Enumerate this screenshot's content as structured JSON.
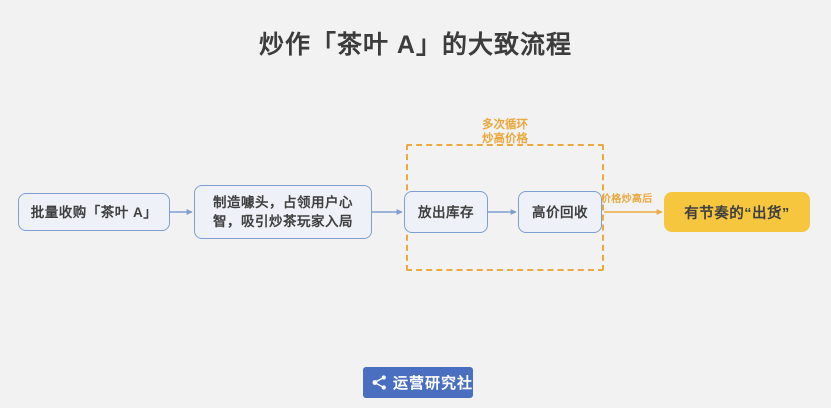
{
  "page": {
    "title": "炒作「茶叶 A」的大致流程",
    "background_color": "#f2f2f2"
  },
  "colors": {
    "node_fill": "#eef1f7",
    "node_border": "#7f9fd1",
    "node_text": "#3f3f3f",
    "accent_orange": "#eba93f",
    "cta_fill": "#f6c63f",
    "logo_blue": "#4a6fc0",
    "connector_blue": "#7f9fd1",
    "title_text": "#3c3c3c"
  },
  "flow": {
    "nodes": [
      {
        "id": "buy",
        "label": "批量收购「茶叶 A」"
      },
      {
        "id": "hype",
        "label": "制造噱头，占领用户心智，吸引炒茶玩家入局"
      },
      {
        "id": "stock",
        "label": "放出库存"
      },
      {
        "id": "repur",
        "label": "高价回收"
      }
    ],
    "cta": {
      "id": "ship",
      "label": "有节奏的“出货”"
    },
    "loop": {
      "label_line1": "多次循环",
      "label_line2": "炒高价格"
    },
    "ship_caption": "价格炒高后"
  },
  "footer": {
    "logo_icon": "share-icon",
    "logo_text": "运营研究社"
  }
}
